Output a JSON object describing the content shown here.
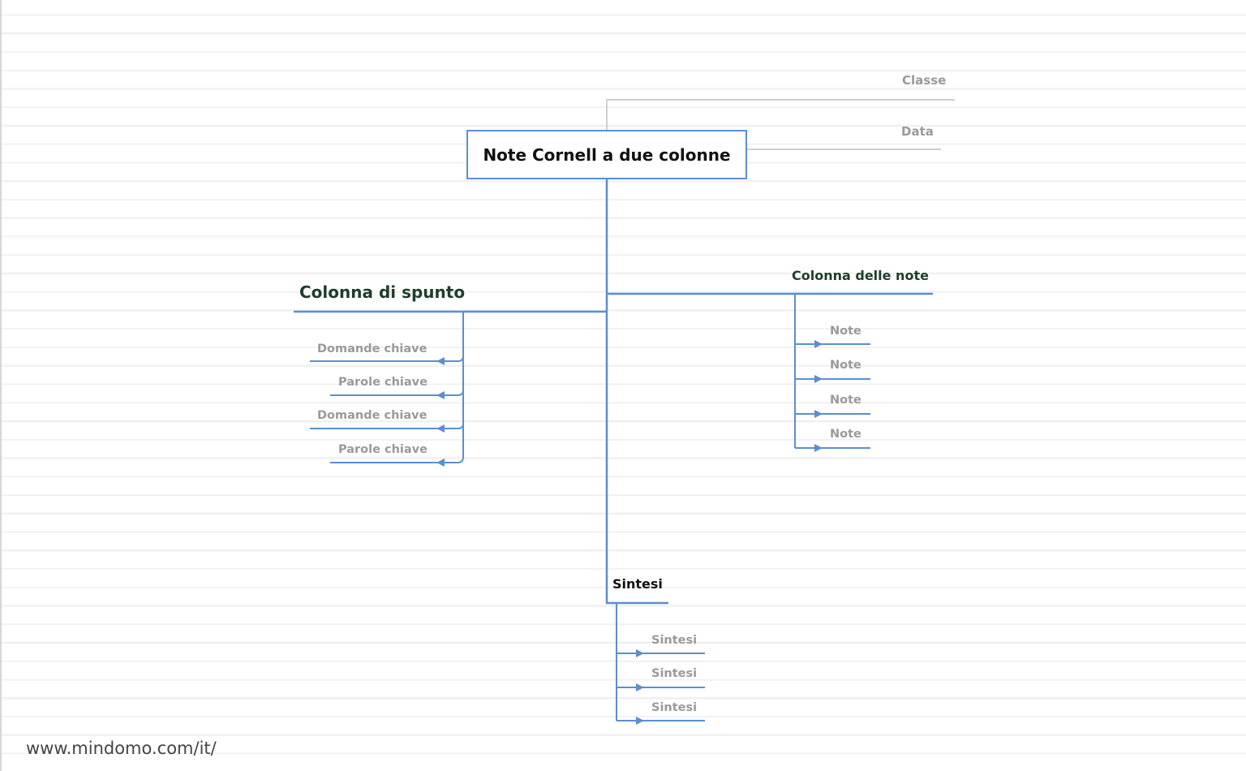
{
  "diagram": {
    "type": "mind-map",
    "root": {
      "label": "Note Cornell a due colonne"
    },
    "meta_branches": [
      {
        "label": "Classe"
      },
      {
        "label": "Data"
      }
    ],
    "branches": {
      "left": {
        "label": "Colonna di spunto",
        "children": [
          {
            "label": "Domande chiave"
          },
          {
            "label": "Parole chiave"
          },
          {
            "label": "Domande chiave"
          },
          {
            "label": "Parole chiave"
          }
        ]
      },
      "right": {
        "label": "Colonna delle note",
        "children": [
          {
            "label": "Note"
          },
          {
            "label": "Note"
          },
          {
            "label": "Note"
          },
          {
            "label": "Note"
          }
        ]
      },
      "bottom": {
        "label": "Sintesi",
        "children": [
          {
            "label": "Sintesi"
          },
          {
            "label": "Sintesi"
          },
          {
            "label": "Sintesi"
          }
        ]
      }
    },
    "colors": {
      "connector": "#5b8fd0",
      "meta_connector": "#cfcfcf",
      "branch_text": "#1f3d2b",
      "sub_text": "#9a9a9a",
      "ruled_line": "#f0f0f0"
    }
  },
  "footer": {
    "watermark": "www.mindomo.com/it/"
  }
}
